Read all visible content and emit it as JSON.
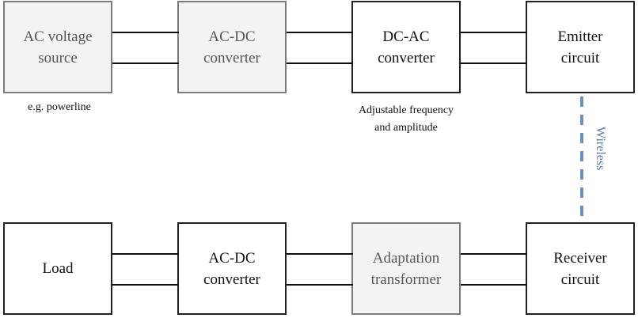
{
  "top_row": [
    {
      "label": "AC voltage\nsource",
      "style": "gray"
    },
    {
      "label": "AC-DC\nconverter",
      "style": "gray"
    },
    {
      "label": "DC-AC\nconverter",
      "style": "white"
    },
    {
      "label": "Emitter\ncircuit",
      "style": "white"
    }
  ],
  "bottom_row": [
    {
      "label": "Load",
      "style": "white"
    },
    {
      "label": "AC-DC\nconverter",
      "style": "white"
    },
    {
      "label": "Adaptation\ntransformer",
      "style": "gray"
    },
    {
      "label": "Receiver\ncircuit",
      "style": "white"
    }
  ],
  "annotations": {
    "source_note": "e.g. powerline",
    "dcac_note": "Adjustable frequency\nand amplitude",
    "wireless_label": "Wireless"
  },
  "colors": {
    "gray_fill": "#f3f3f3",
    "gray_border": "#7a7a7a",
    "wireless": "#6d8fc0"
  }
}
